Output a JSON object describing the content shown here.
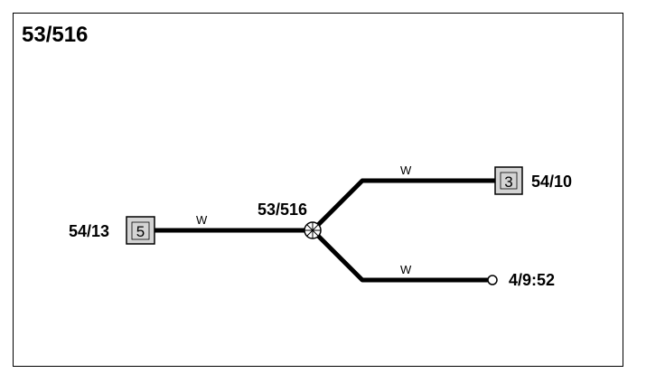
{
  "diagram": {
    "title": "53/516",
    "splice_label": "53/516",
    "connectors": {
      "left": {
        "label": "54/13",
        "pin": "5"
      },
      "right_top": {
        "label": "54/10",
        "pin": "3"
      }
    },
    "terminal": {
      "label": "4/9:52"
    },
    "wires": {
      "left": {
        "color": "W"
      },
      "upper": {
        "color": "W"
      },
      "lower": {
        "color": "W"
      }
    }
  }
}
